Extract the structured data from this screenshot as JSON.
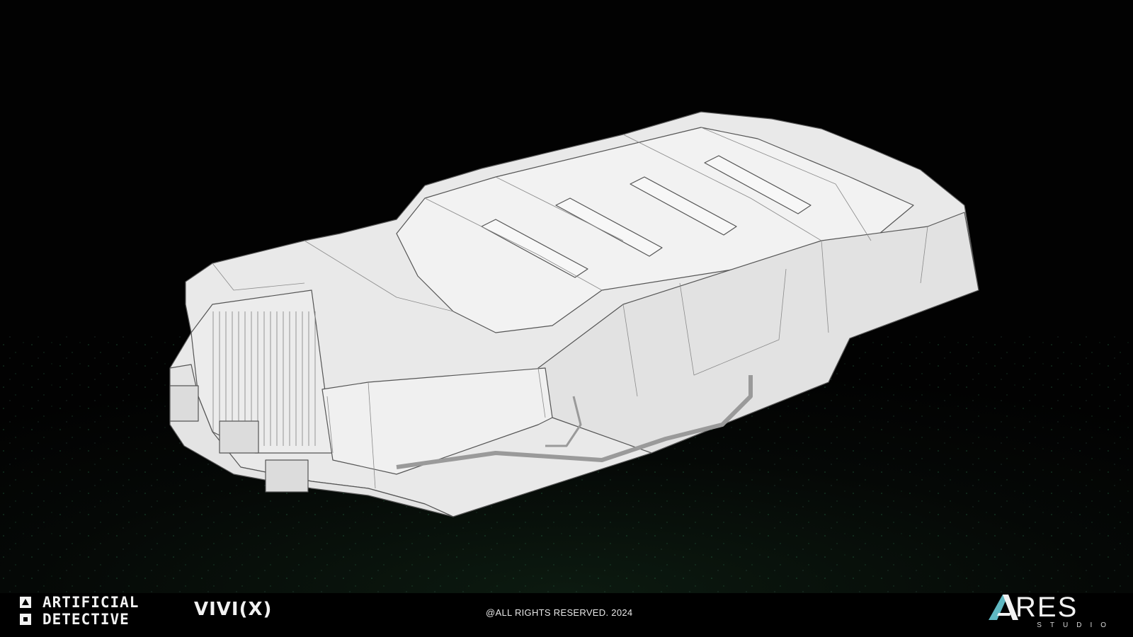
{
  "footer": {
    "brand_line1": "ARTIFICIAL",
    "brand_line2": "DETECTIVE",
    "vivi_logo": "VIVI(X)",
    "copyright": "@ALL RIGHTS RESERVED. 2024",
    "ares_word": "RES",
    "ares_sub": "STUDIO"
  },
  "colors": {
    "background": "#020202",
    "model": "#efefef",
    "wire": "#6a6a6a",
    "ground_speckle": "#2f8f5a",
    "ares_teal": "#5fb8c2"
  },
  "icons": [
    "triangle-box-icon",
    "square-box-icon",
    "ares-a-mark-icon"
  ]
}
